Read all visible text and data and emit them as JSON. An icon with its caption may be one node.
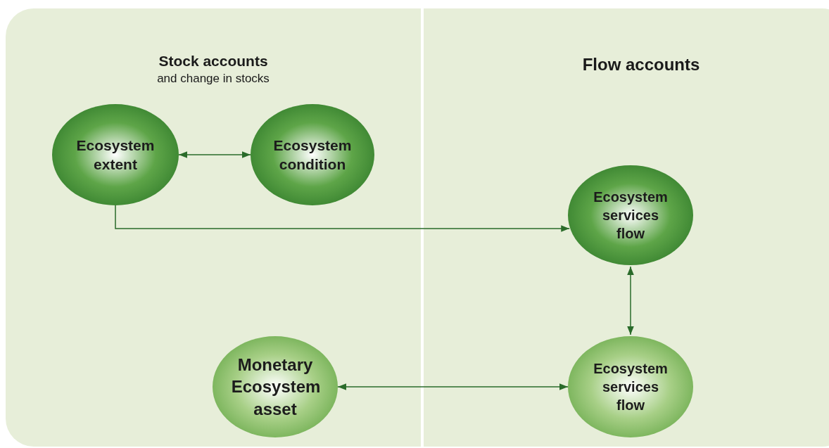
{
  "diagram": {
    "nodes": [
      {
        "text": [
          "Ecosystem extent"
        ]
      },
      {
        "text": [
          "Ecosystem condition"
        ]
      },
      {
        "text": [
          "Ecosystem services flow"
        ]
      },
      {
        "text": [
          "Monetary Ecosystem asset"
        ]
      },
      {
        "text": [
          "Ecosystem services flow"
        ]
      }
    ],
    "edges": [
      {
        "from": 0,
        "to": 1,
        "arrow": "both"
      },
      {
        "from": 0,
        "to": 2,
        "arrow": "to"
      },
      {
        "from": 2,
        "to": 4,
        "arrow": "both"
      },
      {
        "from": 3,
        "to": 4,
        "arrow": "both"
      }
    ],
    "labels": [
      "Stock accounts",
      "and change in stocks",
      "Flow accounts"
    ]
  }
}
